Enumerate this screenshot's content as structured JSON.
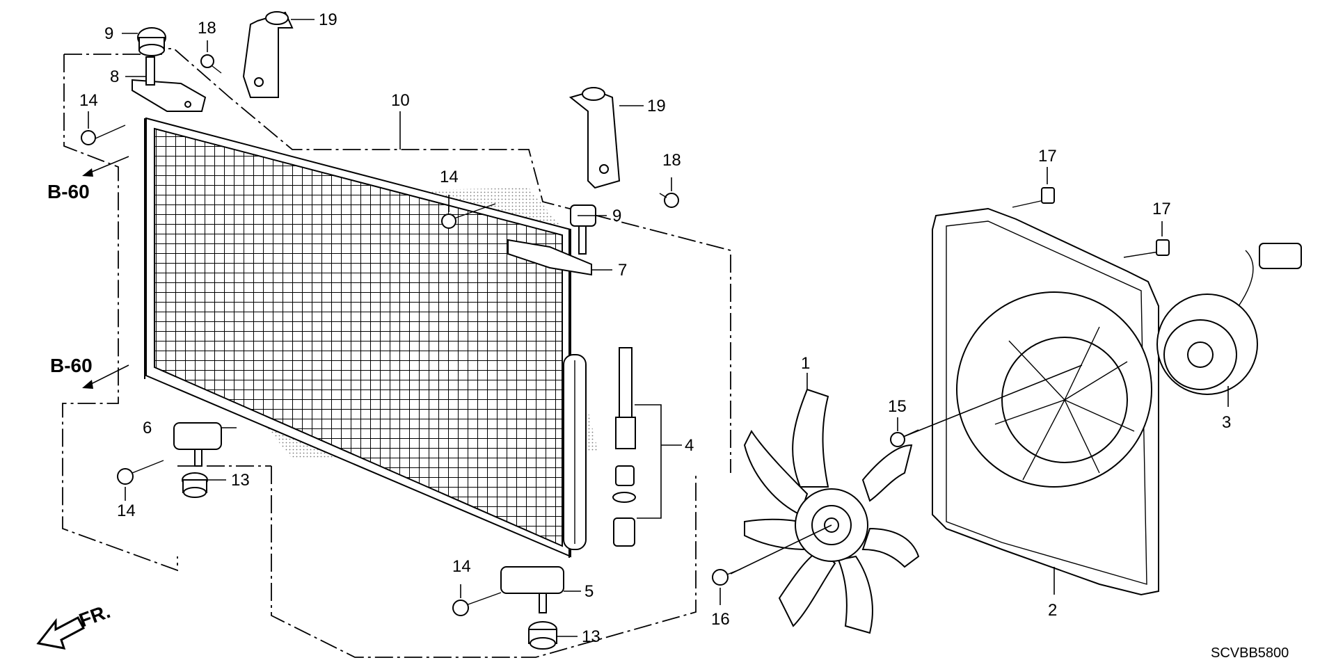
{
  "diagram": {
    "part_labels": {
      "p1": "1",
      "p2": "2",
      "p3": "3",
      "p4": "4",
      "p5": "5",
      "p6": "6",
      "p7": "7",
      "p8": "8",
      "p9a": "9",
      "p9b": "9",
      "p10": "10",
      "p13a": "13",
      "p13b": "13",
      "p14a": "14",
      "p14b": "14",
      "p14c": "14",
      "p14d": "14",
      "p15": "15",
      "p16": "16",
      "p17a": "17",
      "p17b": "17",
      "p18a": "18",
      "p18b": "18",
      "p19a": "19",
      "p19b": "19"
    },
    "ref_top": "B-60",
    "ref_bottom": "B-60",
    "front_label": "FR.",
    "diagram_code": "SCVBB5800"
  }
}
